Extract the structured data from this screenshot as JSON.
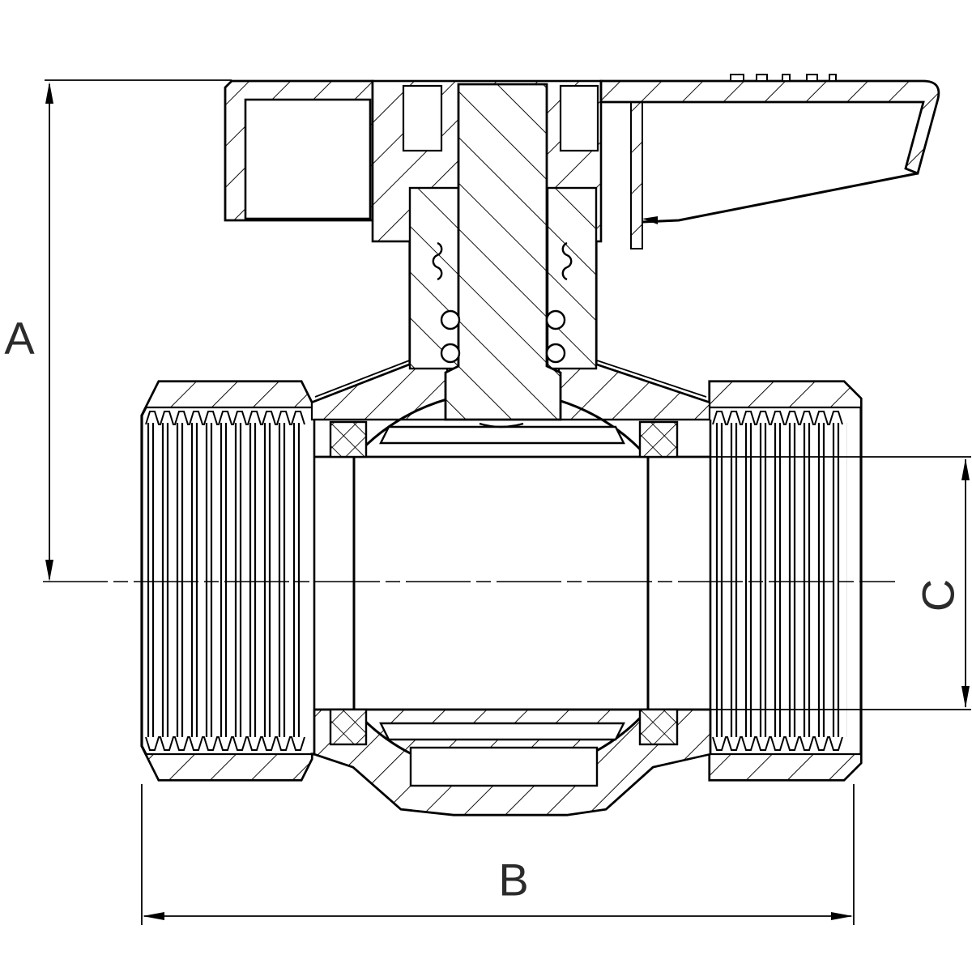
{
  "drawing": {
    "type": "ball-valve-cross-section",
    "labels": {
      "dim_a": "A",
      "dim_b": "B",
      "dim_c": "C"
    }
  },
  "colors": {
    "line": "#000000",
    "label": "#2b2b2b",
    "background": "#ffffff"
  }
}
